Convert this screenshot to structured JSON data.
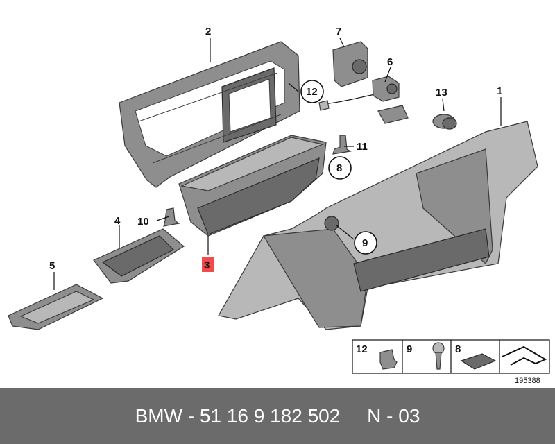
{
  "labels": {
    "p1": "1",
    "p2": "2",
    "p3": "3",
    "p4": "4",
    "p5": "5",
    "p6": "6",
    "p7": "7",
    "p8": "8",
    "p9": "9",
    "p10": "10",
    "p11": "11",
    "p12": "12",
    "p13": "13"
  },
  "legend": {
    "k12": "12",
    "k9": "9",
    "k8": "8"
  },
  "diagram_number": "195388",
  "footer": {
    "text": "BMW - 51 16 9 182 502     N - 03"
  },
  "colors": {
    "highlight": "#f24b4b",
    "footer_bg": "#6b6b6b"
  }
}
